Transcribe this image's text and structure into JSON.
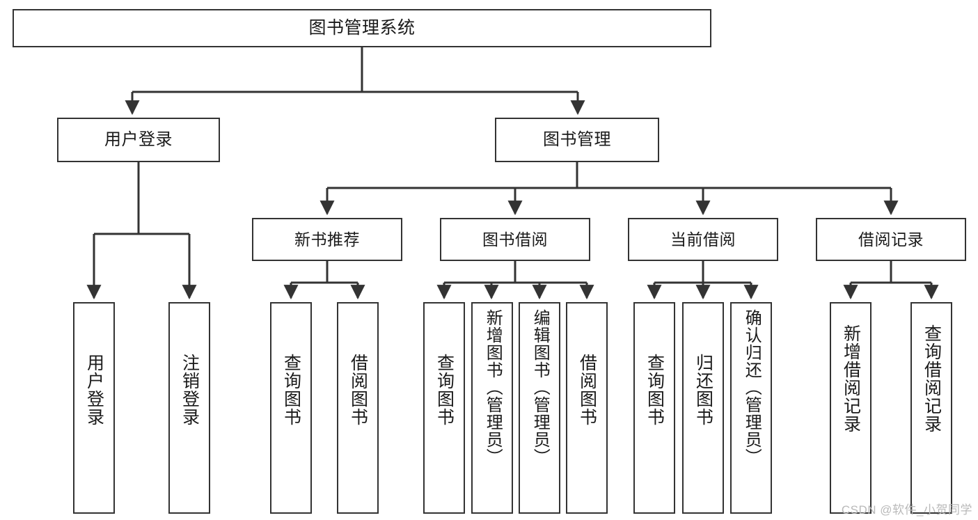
{
  "diagram": {
    "type": "tree-hierarchy-chart",
    "title": "图书管理系统",
    "watermark": "CSDN @软件_小贺同学",
    "colors": {
      "stroke": "#333333",
      "fill": "#ffffff",
      "text": "#1a1a1a",
      "watermark": "#b9b9b9"
    },
    "nodes": {
      "root": {
        "label": "图书管理系统"
      },
      "level2": [
        {
          "id": "user-login",
          "label": "用户登录"
        },
        {
          "id": "book-management",
          "label": "图书管理"
        }
      ],
      "level3": [
        {
          "id": "new-book-recommend",
          "label": "新书推荐"
        },
        {
          "id": "book-borrow",
          "label": "图书借阅"
        },
        {
          "id": "current-borrow",
          "label": "当前借阅"
        },
        {
          "id": "borrow-record",
          "label": "借阅记录"
        }
      ],
      "leaves": [
        {
          "id": "leaf-user-login",
          "label": "用户登录",
          "parent": "user-login"
        },
        {
          "id": "leaf-logout-login",
          "label": "注销登录",
          "parent": "user-login"
        },
        {
          "id": "leaf-query-book-1",
          "label": "查询图书",
          "parent": "new-book-recommend"
        },
        {
          "id": "leaf-borrow-book-1",
          "label": "借阅图书",
          "parent": "new-book-recommend"
        },
        {
          "id": "leaf-query-book-2",
          "label": "查询图书",
          "parent": "book-borrow"
        },
        {
          "id": "leaf-add-book",
          "label": "新增图书（管理员）",
          "parent": "book-borrow"
        },
        {
          "id": "leaf-edit-book",
          "label": "编辑图书（管理员）",
          "parent": "book-borrow"
        },
        {
          "id": "leaf-borrow-book-2",
          "label": "借阅图书",
          "parent": "book-borrow"
        },
        {
          "id": "leaf-query-book-3",
          "label": "查询图书",
          "parent": "current-borrow"
        },
        {
          "id": "leaf-return-book",
          "label": "归还图书",
          "parent": "current-borrow"
        },
        {
          "id": "leaf-confirm-return",
          "label": "确认归还（管理员）",
          "parent": "current-borrow"
        },
        {
          "id": "leaf-add-record",
          "label": "新增借阅记录",
          "parent": "borrow-record"
        },
        {
          "id": "leaf-query-record",
          "label": "查询借阅记录",
          "parent": "borrow-record"
        }
      ]
    }
  }
}
